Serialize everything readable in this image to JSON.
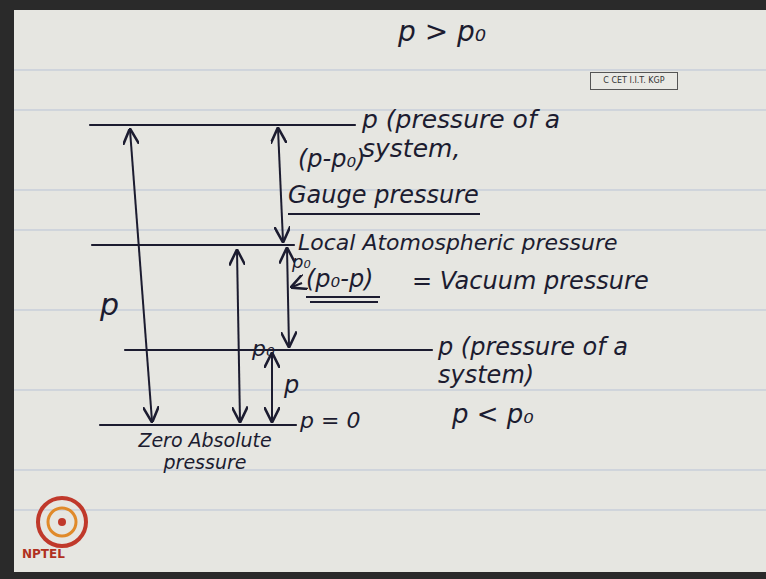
{
  "diagram": {
    "nodes": [
      {
        "text": [
          "C CET I.I.T. KGP"
        ]
      }
    ],
    "labels": [
      "p > p₀",
      "p (pressure of a system,",
      "(p-p₀)",
      "Gauge pressure",
      "Local Atomospheric pressure",
      "p₀",
      "(p₀-p)",
      "= Vacuum pressure",
      "p₀",
      "p",
      "p",
      "p (pressure of a system)",
      "p < p₀",
      "p = 0",
      "Zero Absolute pressure",
      "NPTEL"
    ]
  }
}
